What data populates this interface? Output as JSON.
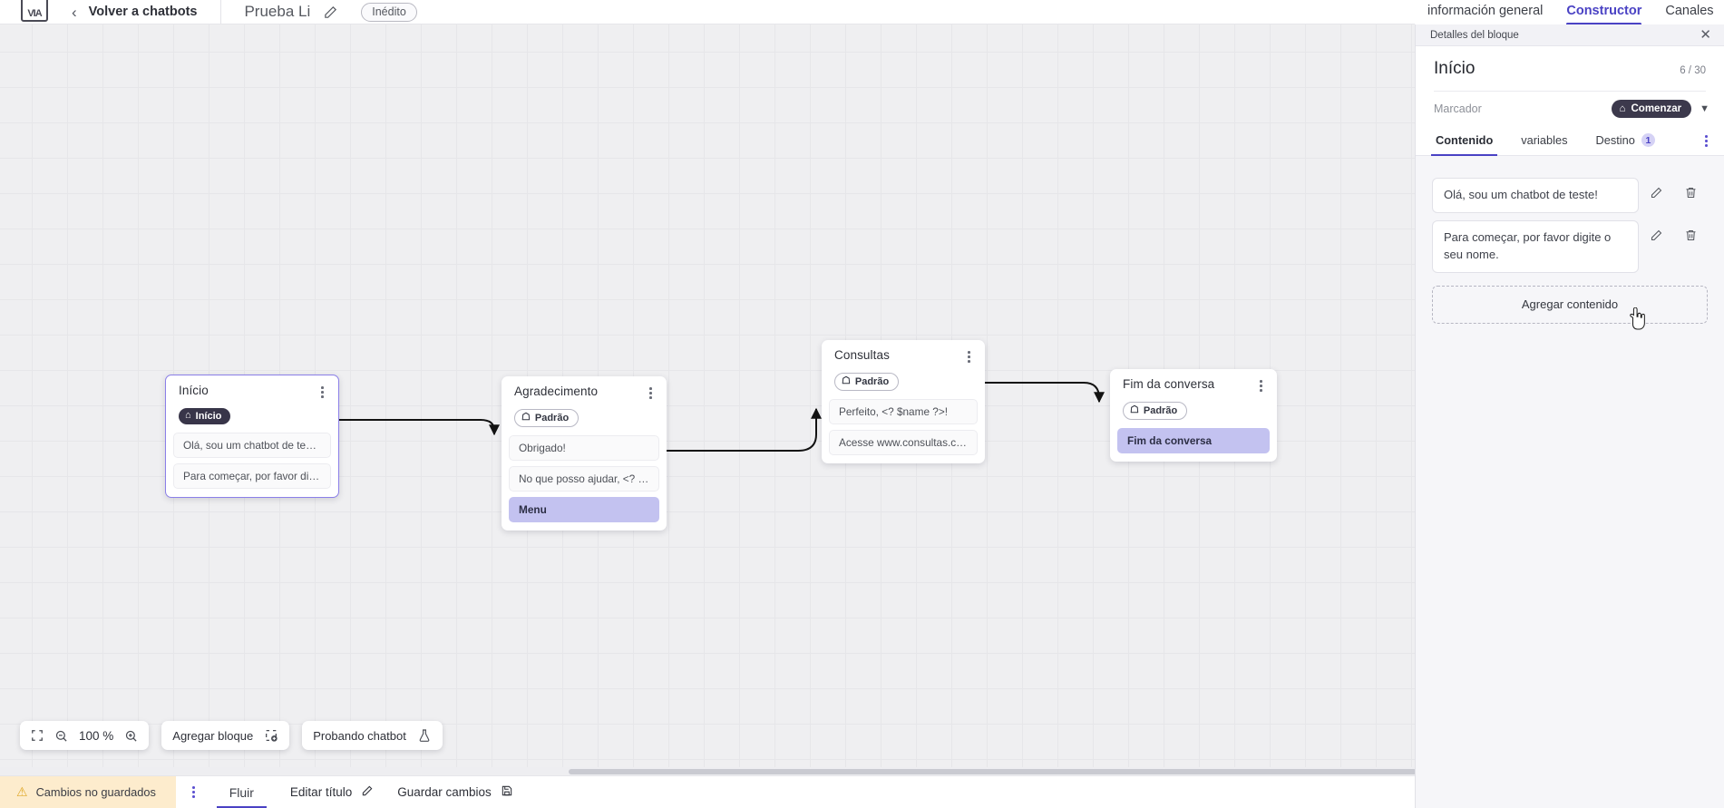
{
  "topbar": {
    "logo_text": "VIA",
    "back_label": "Volver a chatbots",
    "project_title": "Prueba Li",
    "status_pill": "Inédito"
  },
  "right_tabs": [
    {
      "label": "información general",
      "active": false
    },
    {
      "label": "Constructor",
      "active": true
    },
    {
      "label": "Canales",
      "active": false
    }
  ],
  "canvas": {
    "nodes": [
      {
        "id": "inicio",
        "title": "Início",
        "badge": "Início",
        "badge_type": "start",
        "messages": [
          {
            "text": "Olá, sou um chatbot de teste!",
            "accent": false
          },
          {
            "text": "Para começar, por favor digite o ...",
            "accent": false
          }
        ]
      },
      {
        "id": "agradecimento",
        "title": "Agradecimento",
        "badge": "Padrão",
        "badge_type": "default",
        "messages": [
          {
            "text": "Obrigado!",
            "accent": false
          },
          {
            "text": "No que posso ajudar, <? $name ...",
            "accent": false
          },
          {
            "text": "Menu",
            "accent": true
          }
        ]
      },
      {
        "id": "consultas",
        "title": "Consultas",
        "badge": "Padrão",
        "badge_type": "default",
        "messages": [
          {
            "text": "Perfeito, <? $name ?>!",
            "accent": false
          },
          {
            "text": "Acesse www.consultas.com par...",
            "accent": false
          }
        ]
      },
      {
        "id": "fim",
        "title": "Fim da conversa",
        "badge": "Padrão",
        "badge_type": "default",
        "messages": [
          {
            "text": "Fim da conversa",
            "accent": true
          }
        ]
      }
    ],
    "toolbar": {
      "fit_icon": "fit-screen-icon",
      "zoom_out_icon": "zoom-out-icon",
      "zoom_value": "100 %",
      "zoom_in_icon": "zoom-in-icon",
      "add_block_label": "Agregar bloque",
      "test_chatbot_label": "Probando chatbot"
    }
  },
  "statusbar": {
    "unsaved_label": "Cambios no guardados",
    "flow_tab": "Fluir",
    "edit_title": "Editar título",
    "save_changes": "Guardar cambios"
  },
  "panel": {
    "bar_title": "Detalles del bloque",
    "title": "Início",
    "count": "6 / 30",
    "marker_label": "Marcador",
    "marker_badge": "Comenzar",
    "tabs": [
      {
        "label": "Contenido",
        "badge": "",
        "active": true
      },
      {
        "label": "variables",
        "badge": "",
        "active": false
      },
      {
        "label": "Destino",
        "badge": "1",
        "active": false
      }
    ],
    "contents": [
      {
        "text": "Olá, sou um chatbot de teste!"
      },
      {
        "text": "Para começar, por favor digite o seu nome."
      }
    ],
    "add_content_label": "Agregar contenido"
  },
  "colors": {
    "accent": "#4a42c4",
    "node_accent_msg": "#c3c2f0",
    "start_badge": "#383549",
    "warning_bg": "#fdeccd",
    "canvas_bg": "#efeff1"
  }
}
